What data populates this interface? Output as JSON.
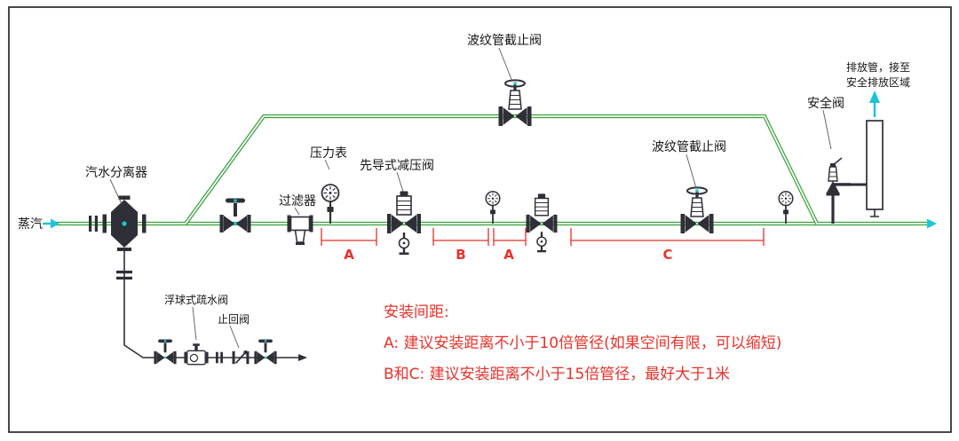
{
  "diagram": {
    "inlet_label": "蒸汽",
    "components": {
      "separator": "汽水分离器",
      "strainer": "过滤器",
      "pressure_gauge": "压力表",
      "pilot_prv": "先导式减压阀",
      "bellows_stop_valve_bypass": "波纹管截止阀",
      "bellows_stop_valve_main": "波纹管截止阀",
      "safety_valve": "安全阀",
      "float_trap": "浮球式疏水阀",
      "check_valve": "止回阀"
    },
    "discharge_note": {
      "line1": "排放管，接至",
      "line2": "安全排放区域"
    },
    "spacing_labels": {
      "a1": "A",
      "b": "B",
      "a2": "A",
      "c": "C"
    },
    "notes": {
      "heading": "安装间距:",
      "line_a": "A: 建议安装距离不小于10倍管径(如果空间有限，可以缩短)",
      "line_bc": "B和C: 建议安装距离不小于15倍管径，最好大于1米"
    },
    "colors": {
      "pipe": "#35a13a",
      "flow_arrow": "#1ec3d8",
      "annotation": "#e8312a",
      "symbol": "#2f2f38"
    }
  }
}
